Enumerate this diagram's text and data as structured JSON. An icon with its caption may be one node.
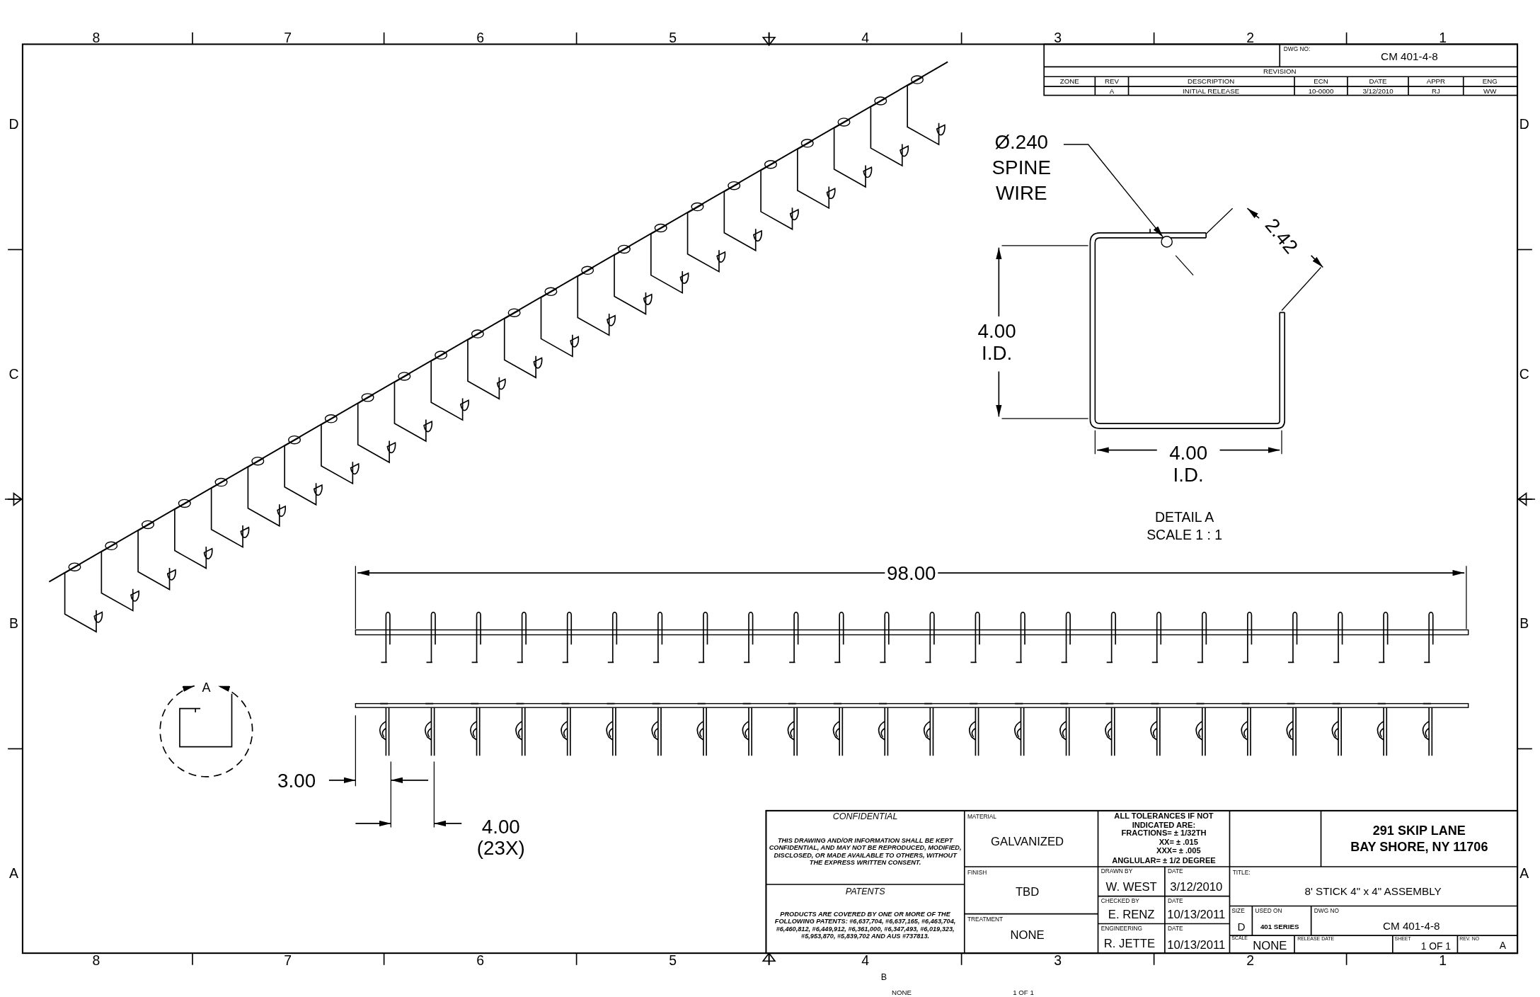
{
  "diagram": {
    "nodes": [
      {
        "text": [
          "Ø.240 SPINE WIRE"
        ]
      },
      {
        "text": [],
        "shape": "circle"
      }
    ],
    "edges": [
      {
        "from": 0,
        "to": 1,
        "arrow": "to"
      }
    ],
    "labels": [
      "8",
      "7",
      "6",
      "5",
      "4",
      "3",
      "2",
      "1",
      "DWG NO:",
      "CM 401-4-8",
      "REVISION",
      "ZONE",
      "REV",
      "DESCRIPTION",
      "ECN",
      "DATE",
      "APPR",
      "ENG",
      "A",
      "INITIAL RELEASE",
      "10-0000",
      "3/12/2010",
      "RJ",
      "WW",
      "D",
      "D",
      "2.42",
      "4.00 I.D.",
      "C",
      "C",
      "4.00 I.D.",
      "DETAIL A",
      "SCALE 1 : 1",
      "98.00",
      "B",
      "B",
      "A",
      "3.00",
      "4.00 (23X)",
      "CONFIDENTIAL",
      "THIS DRAWING AND/OR INFORMATION SHALL BE KEPT CONFIDENTIAL, AND MAY NOT BE REPRODUCED, MODIFIED, DISCLOSED, OR MADE AVAILABLE TO OTHERS, WITHOUT THE EXPRESS WRITTEN CONSENT.",
      "MATERIAL",
      "GALVANIZED",
      "ALL TOLERANCES IF NOT INDICATED ARE:",
      "FRACTIONS= ± 1/32TH",
      "XX= ± .015",
      "XXX= ± .005",
      "ANGLULAR= ± 1/2 DEGREE",
      "291 SKIP LANE",
      "BAY SHORE, NY 11706",
      "A",
      "A",
      "FINISH",
      "DRAWN BY",
      "DATE",
      "TITLE:",
      "PATENTS",
      "TBD",
      "W. WEST",
      "3/12/2010",
      "8' STICK 4\" x 4\" ASSEMBLY",
      "CHECKED BY",
      "DATE",
      "SIZE",
      "USED ON",
      "DWG NO",
      "E. RENZ",
      "10/13/2011",
      "D",
      "401 SERIES",
      "CM 401-4-8",
      "PRODUCTS ARE COVERED BY ONE OR MORE OF THE FOLLOWING PATENTS: #6,637,704, #6,637,165, #6,463,704, #6,460,812, #6,449,912, #6,361,000, #6,347,493, #6,019,323, #5,953,870, #5,839,702 AND AUS #737813.",
      "TREATMENT",
      "ENGINEERING",
      "DATE",
      "NONE",
      "R. JETTE",
      "10/13/2011",
      "SCALE",
      "RELEASE DATE",
      "SHEET",
      "REV. NO",
      "NONE",
      "1 OF 1",
      "A",
      "8",
      "7",
      "6",
      "5",
      "4",
      "3",
      "2",
      "1",
      "B",
      "NONE",
      "1 OF 1"
    ]
  }
}
